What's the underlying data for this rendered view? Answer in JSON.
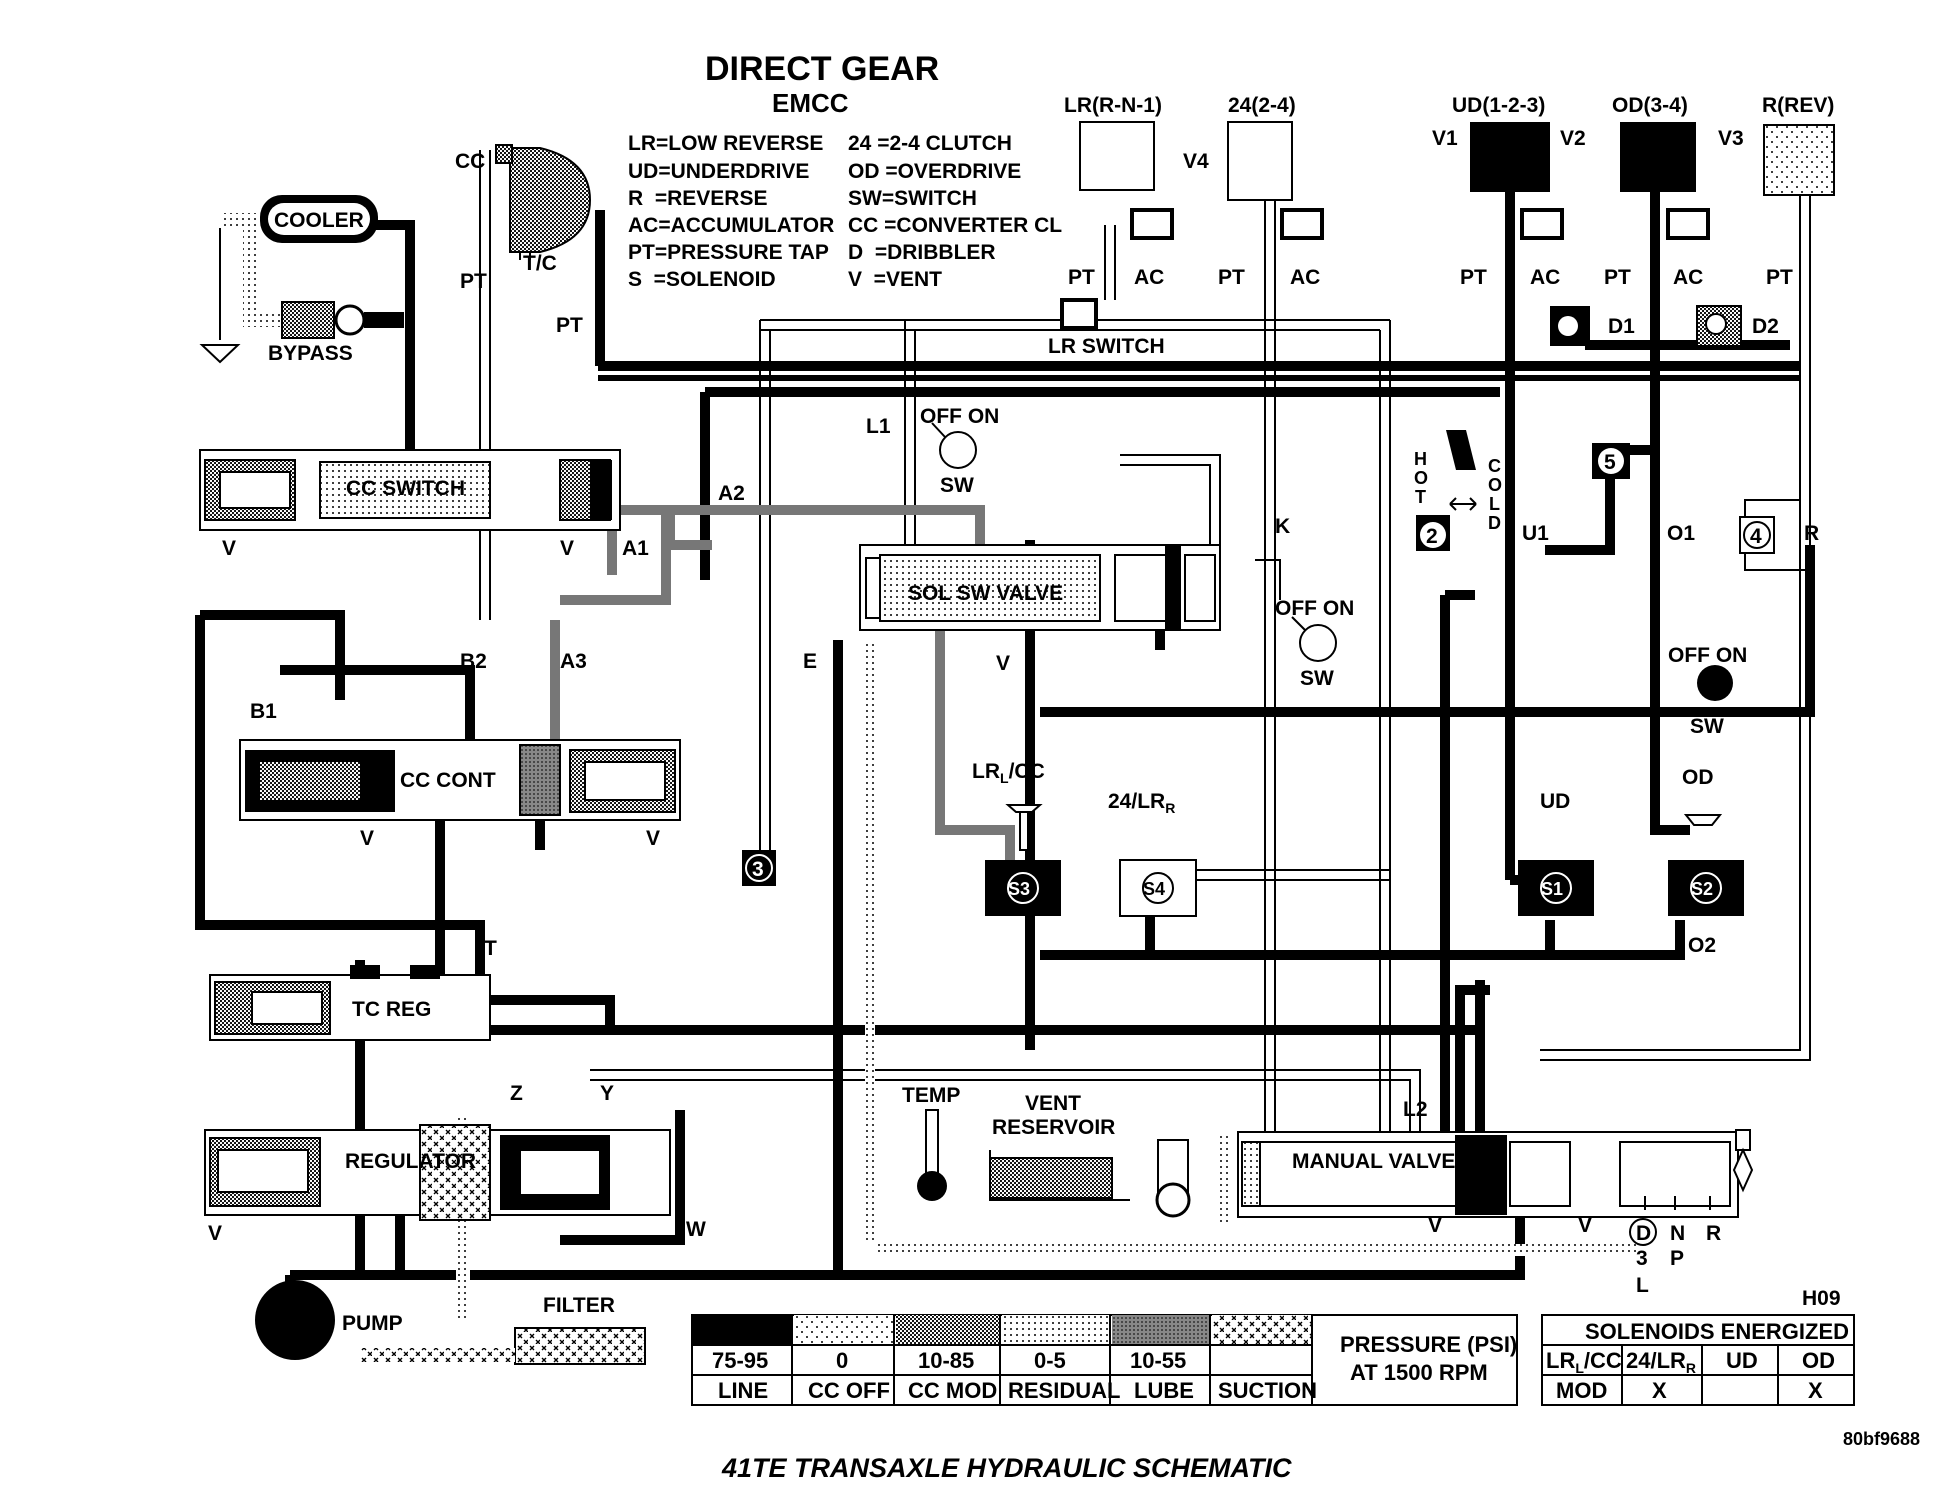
{
  "header": {
    "title": "DIRECT GEAR",
    "subtitle": "EMCC"
  },
  "abbreviations": [
    {
      "left": "LR=LOW REVERSE",
      "right": "24 =2-4 CLUTCH"
    },
    {
      "left": "UD=UNDERDRIVE",
      "right": "OD =OVERDRIVE"
    },
    {
      "left": "R  =REVERSE",
      "right": "SW=SWITCH"
    },
    {
      "left": "AC=ACCUMULATOR",
      "right": "CC =CONVERTER CL"
    },
    {
      "left": "PT=PRESSURE TAP",
      "right": "D  =DRIBBLER"
    },
    {
      "left": "S  =SOLENOID",
      "right": "V  =VENT"
    }
  ],
  "components": {
    "cooler": "COOLER",
    "bypass": "BYPASS",
    "cc_switch": "CC SWITCH",
    "cc_cont": "CC CONT",
    "tc_reg": "TC REG",
    "regulator": "REGULATOR",
    "pump": "PUMP",
    "filter": "FILTER",
    "tc": "T/C",
    "sol_sw_valve": "SOL SW VALVE",
    "lr_switch": "LR SWITCH",
    "manual_valve": "MANUAL VALVE",
    "temp": "TEMP",
    "vent": "VENT",
    "reservoir": "RESERVOIR",
    "lr_clutch": "LR(R-N-1)",
    "c24_clutch": "24(2-4)",
    "ud_clutch": "UD(1-2-3)",
    "od_clutch": "OD(3-4)",
    "rev_clutch": "R(REV)"
  },
  "labels": {
    "cc": "CC",
    "pt": "PT",
    "ac": "AC",
    "v": "V",
    "a1": "A1",
    "a2": "A2",
    "a3": "A3",
    "b1": "B1",
    "b2": "B2",
    "l1": "L1",
    "l2": "L2",
    "k": "K",
    "e": "E",
    "t": "T",
    "z": "Z",
    "y": "Y",
    "w": "W",
    "u1": "U1",
    "o1": "O1",
    "o2": "O2",
    "r": "R",
    "v1": "V1",
    "v2": "V2",
    "v3": "V3",
    "v4": "V4",
    "d1": "D1",
    "d2": "D2",
    "off_on": "OFF ON",
    "sw": "SW",
    "hot": "HOT",
    "cold": "COLD",
    "lrl_cc": "LRL/CC",
    "lr_base": "LR",
    "l_sub": "L",
    "cc_tail": "/CC",
    "lr24_base": "24/LR",
    "r_sub": "R",
    "ud": "UD",
    "od": "OD",
    "s1": "S1",
    "s2": "S2",
    "s3": "S3",
    "s4": "S4",
    "n2": "2",
    "n3": "3",
    "n4": "4",
    "n5": "5",
    "gear_d": "D",
    "gear_3": "3",
    "gear_l": "L",
    "gear_n": "N",
    "gear_p": "P",
    "gear_r": "R",
    "h09": "H09",
    "code": "80bf9688"
  },
  "pressure_legend": {
    "title_line1": "PRESSURE (PSI)",
    "title_line2": "AT 1500 RPM",
    "columns": [
      {
        "range": "75-95",
        "name": "LINE"
      },
      {
        "range": "0",
        "name": "CC OFF"
      },
      {
        "range": "10-85",
        "name": "CC MOD"
      },
      {
        "range": "0-5",
        "name": "RESIDUAL"
      },
      {
        "range": "10-55",
        "name": "LUBE"
      },
      {
        "range": "",
        "name": "SUCTION"
      }
    ]
  },
  "solenoid_table": {
    "title": "SOLENOIDS ENERGIZED",
    "headers": [
      "LRL/CC",
      "24/LRR",
      "UD",
      "OD"
    ],
    "header_parts": [
      {
        "base": "LR",
        "sub": "L",
        "tail": "/CC"
      },
      {
        "base": "24/LR",
        "sub": "R",
        "tail": ""
      },
      {
        "base": "UD",
        "sub": "",
        "tail": ""
      },
      {
        "base": "OD",
        "sub": "",
        "tail": ""
      }
    ],
    "values": [
      "MOD",
      "X",
      "",
      "X"
    ]
  },
  "caption": "41TE TRANSAXLE HYDRAULIC SCHEMATIC",
  "colors": {
    "line": "#000000",
    "background": "#ffffff"
  }
}
